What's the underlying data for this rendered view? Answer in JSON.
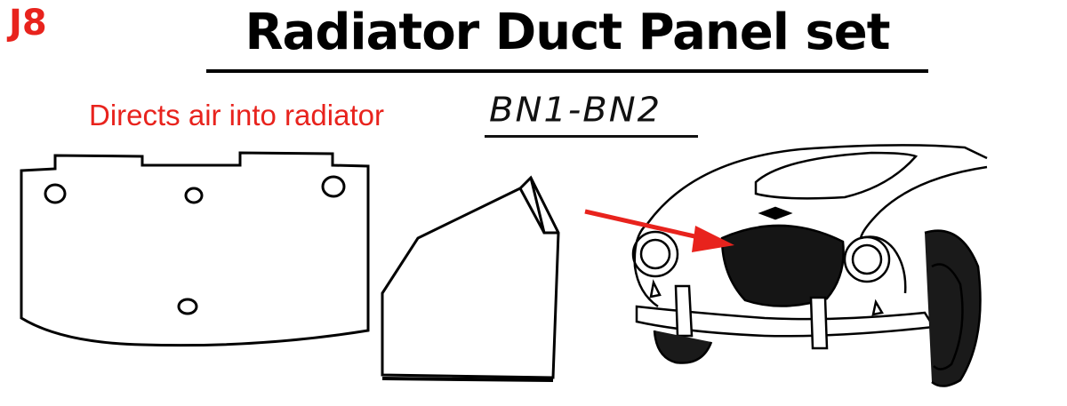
{
  "code": "J8",
  "title": "Radiator Duct Panel set",
  "subtitle": "Directs air into radiator",
  "model": "BN1-BN2",
  "colors": {
    "accent": "#e8231d",
    "ink": "#000000",
    "background": "#ffffff"
  }
}
